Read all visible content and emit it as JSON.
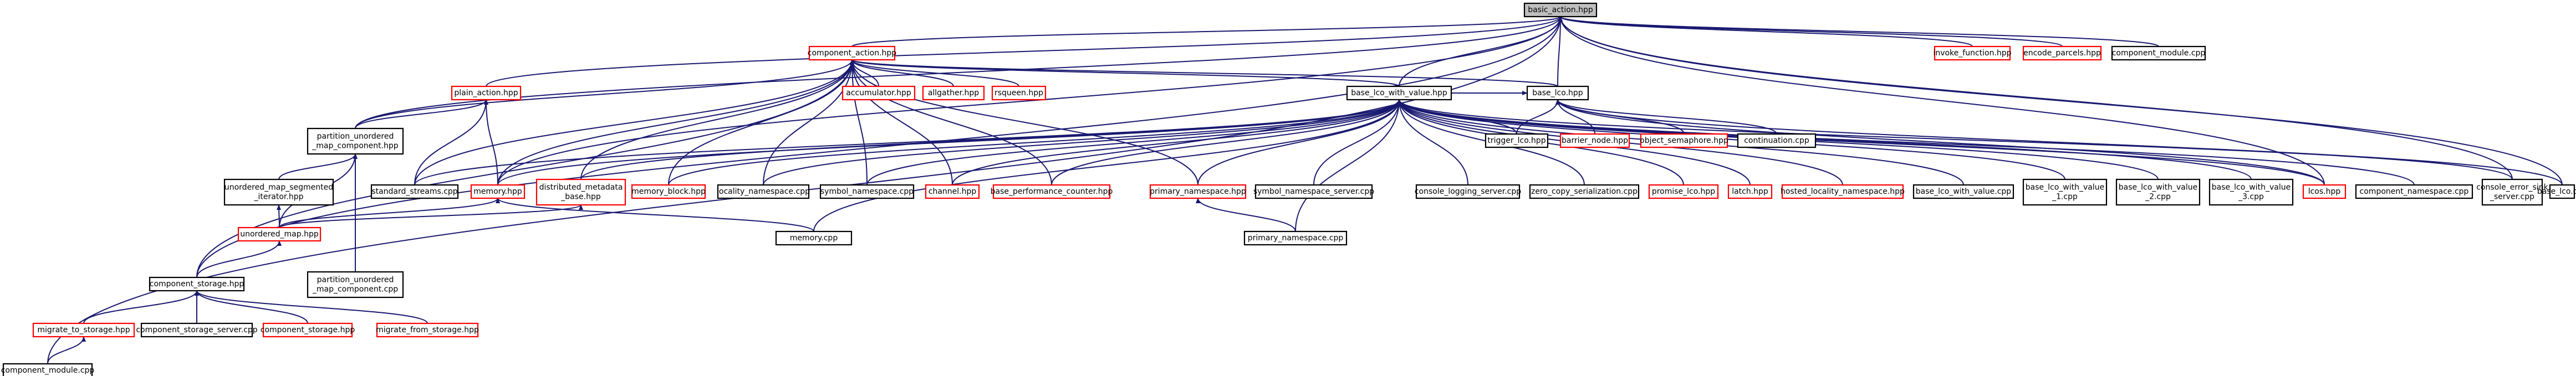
{
  "graph": {
    "edge_color": "#191970",
    "box_colors": {
      "black": "#000000",
      "red": "#ff0000",
      "root_fill": "#bfbfbf"
    },
    "nodes": [
      {
        "id": "basic_action",
        "lines": [
          "basic_action.hpp"
        ],
        "border": "black",
        "root": true
      },
      {
        "id": "component_action",
        "lines": [
          "component_action.hpp"
        ],
        "border": "red"
      },
      {
        "id": "invoke_function",
        "lines": [
          "invoke_function.hpp"
        ],
        "border": "red"
      },
      {
        "id": "encode_parcels",
        "lines": [
          "encode_parcels.hpp"
        ],
        "border": "red"
      },
      {
        "id": "component_module_cpp_top",
        "lines": [
          "component_module.cpp"
        ],
        "border": "black"
      },
      {
        "id": "accumulator",
        "lines": [
          "accumulator.hpp"
        ],
        "border": "red"
      },
      {
        "id": "allgather",
        "lines": [
          "allgather.hpp"
        ],
        "border": "red"
      },
      {
        "id": "rsqueen",
        "lines": [
          "rsqueen.hpp"
        ],
        "border": "red"
      },
      {
        "id": "plain_action",
        "lines": [
          "plain_action.hpp"
        ],
        "border": "red"
      },
      {
        "id": "partition_unordered_map",
        "lines": [
          "partition_unordered",
          "_map_component.hpp"
        ],
        "border": "black"
      },
      {
        "id": "base_lco",
        "lines": [
          "base_lco.hpp"
        ],
        "border": "black"
      },
      {
        "id": "trigger_lco",
        "lines": [
          "trigger_lco.hpp"
        ],
        "border": "black"
      },
      {
        "id": "barrier_node",
        "lines": [
          "barrier_node.hpp"
        ],
        "border": "red"
      },
      {
        "id": "object_semaphore",
        "lines": [
          "object_semaphore.hpp"
        ],
        "border": "red"
      },
      {
        "id": "continuation",
        "lines": [
          "continuation.cpp"
        ],
        "border": "black"
      },
      {
        "id": "base_lco_with_value",
        "lines": [
          "base_lco_with_value.hpp"
        ],
        "border": "black"
      },
      {
        "id": "unordered_map_segmented_iterator",
        "lines": [
          "unordered_map_segmented",
          "_iterator.hpp"
        ],
        "border": "black"
      },
      {
        "id": "standard_streams",
        "lines": [
          "standard_streams.cpp"
        ],
        "border": "black"
      },
      {
        "id": "memory",
        "lines": [
          "memory.hpp"
        ],
        "border": "red"
      },
      {
        "id": "distributed_metadata_base",
        "lines": [
          "distributed_metadata",
          "_base.hpp"
        ],
        "border": "red"
      },
      {
        "id": "memory_block",
        "lines": [
          "memory_block.hpp"
        ],
        "border": "red"
      },
      {
        "id": "locality_namespace",
        "lines": [
          "locality_namespace.cpp"
        ],
        "border": "black"
      },
      {
        "id": "symbol_namespace",
        "lines": [
          "symbol_namespace.cpp"
        ],
        "border": "black"
      },
      {
        "id": "channel",
        "lines": [
          "channel.hpp"
        ],
        "border": "red"
      },
      {
        "id": "base_performance_counter",
        "lines": [
          "base_performance_counter.hpp"
        ],
        "border": "red"
      },
      {
        "id": "primary_namespace_hpp",
        "lines": [
          "primary_namespace.hpp"
        ],
        "border": "red"
      },
      {
        "id": "symbol_namespace_server",
        "lines": [
          "symbol_namespace_server.cpp"
        ],
        "border": "black"
      },
      {
        "id": "console_logging_server",
        "lines": [
          "console_logging_server.cpp"
        ],
        "border": "black"
      },
      {
        "id": "zero_copy_serialization",
        "lines": [
          "zero_copy_serialization.cpp"
        ],
        "border": "black"
      },
      {
        "id": "promise_lco",
        "lines": [
          "promise_lco.hpp"
        ],
        "border": "red"
      },
      {
        "id": "latch",
        "lines": [
          "latch.hpp"
        ],
        "border": "red"
      },
      {
        "id": "hosted_locality_namespace",
        "lines": [
          "hosted_locality_namespace.hpp"
        ],
        "border": "red"
      },
      {
        "id": "base_lco_with_value_cpp",
        "lines": [
          "base_lco_with_value.cpp"
        ],
        "border": "black"
      },
      {
        "id": "base_lco_with_value_1",
        "lines": [
          "base_lco_with_value",
          "_1.cpp"
        ],
        "border": "black"
      },
      {
        "id": "base_lco_with_value_2",
        "lines": [
          "base_lco_with_value",
          "_2.cpp"
        ],
        "border": "black"
      },
      {
        "id": "base_lco_with_value_3",
        "lines": [
          "base_lco_with_value",
          "_3.cpp"
        ],
        "border": "black"
      },
      {
        "id": "lcos",
        "lines": [
          "lcos.hpp"
        ],
        "border": "red"
      },
      {
        "id": "component_namespace",
        "lines": [
          "component_namespace.cpp"
        ],
        "border": "black"
      },
      {
        "id": "console_error_sink_server",
        "lines": [
          "console_error_sink",
          "_server.cpp"
        ],
        "border": "black"
      },
      {
        "id": "base_lco_cpp",
        "lines": [
          "base_lco.cpp"
        ],
        "border": "black"
      },
      {
        "id": "unordered_map",
        "lines": [
          "unordered_map.hpp"
        ],
        "border": "red"
      },
      {
        "id": "memory_cpp",
        "lines": [
          "memory.cpp"
        ],
        "border": "black"
      },
      {
        "id": "primary_namespace_cpp",
        "lines": [
          "primary_namespace.cpp"
        ],
        "border": "black"
      },
      {
        "id": "partition_unordered_map_cpp",
        "lines": [
          "partition_unordered",
          "_map_component.cpp"
        ],
        "border": "black"
      },
      {
        "id": "component_storage",
        "lines": [
          "component_storage.hpp"
        ],
        "border": "black"
      },
      {
        "id": "migrate_to_storage",
        "lines": [
          "migrate_to_storage.hpp"
        ],
        "border": "red"
      },
      {
        "id": "component_storage_server",
        "lines": [
          "component_storage_server.cpp"
        ],
        "border": "black"
      },
      {
        "id": "component_storage_hpp2",
        "lines": [
          "component_storage.hpp"
        ],
        "border": "red"
      },
      {
        "id": "migrate_from_storage",
        "lines": [
          "migrate_from_storage.hpp"
        ],
        "border": "red"
      },
      {
        "id": "component_module_cpp_bottom",
        "lines": [
          "component_module.cpp"
        ],
        "border": "black"
      }
    ]
  }
}
